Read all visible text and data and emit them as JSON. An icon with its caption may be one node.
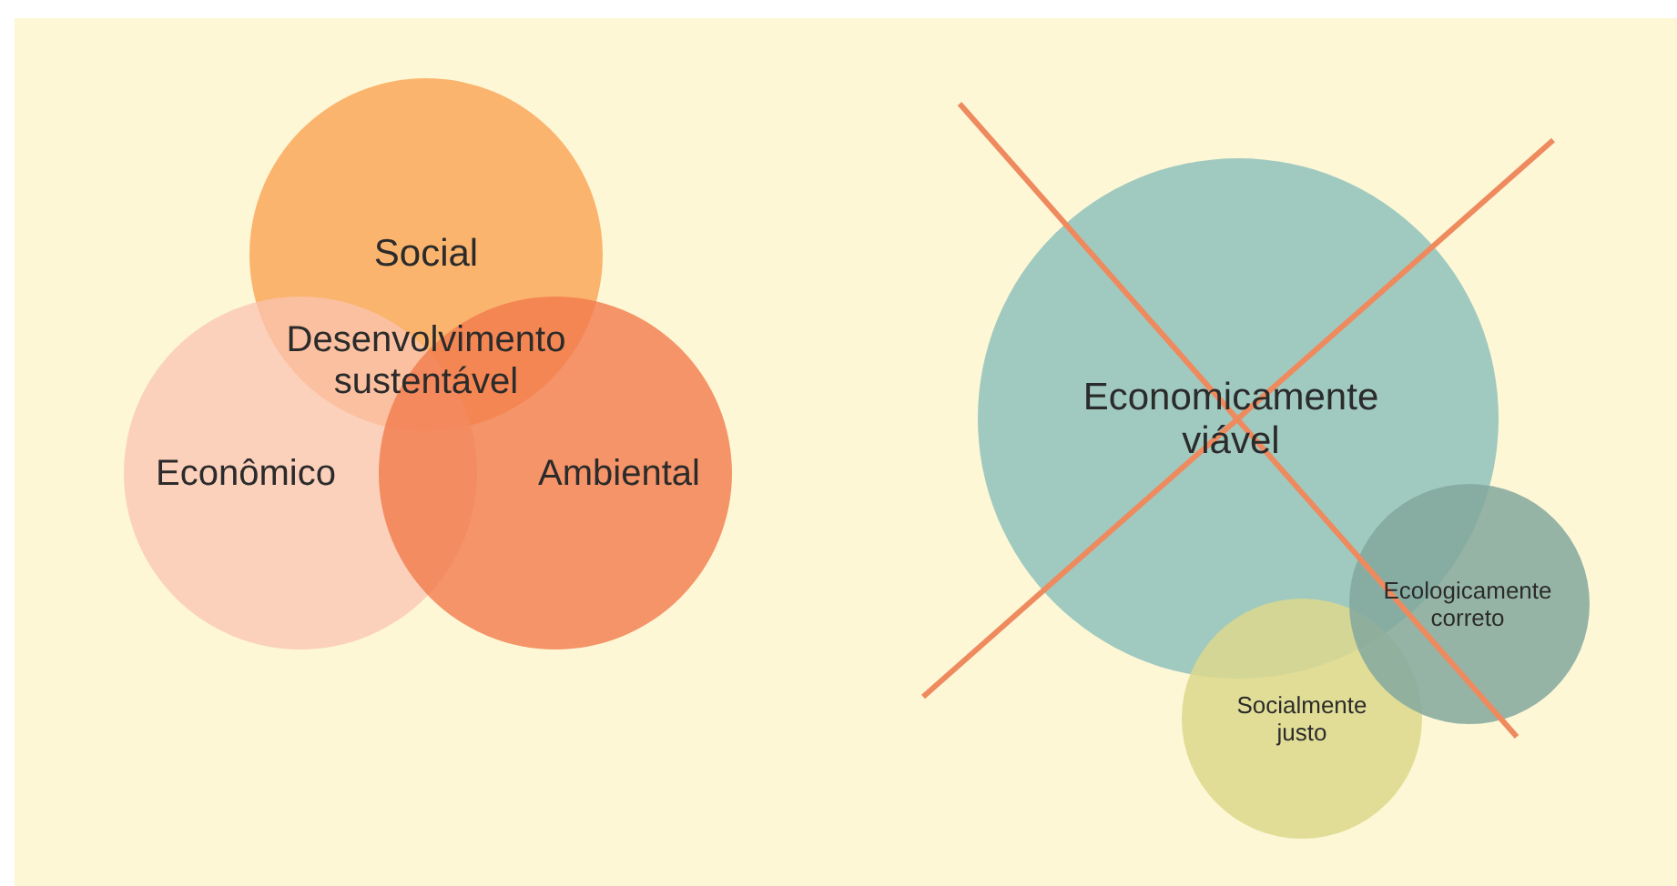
{
  "diagram": {
    "nodes": [
      {
        "text": [
          "Social"
        ]
      },
      {
        "text": [
          "Econômico"
        ]
      },
      {
        "text": [
          "Ambiental"
        ]
      },
      {
        "text": [
          "Economicamente viável"
        ]
      },
      {
        "text": [
          "Socialmente justo"
        ]
      },
      {
        "text": [
          "Ecologicamente correto"
        ]
      }
    ],
    "labels": [
      "Desenvolvimento sustentável"
    ]
  }
}
